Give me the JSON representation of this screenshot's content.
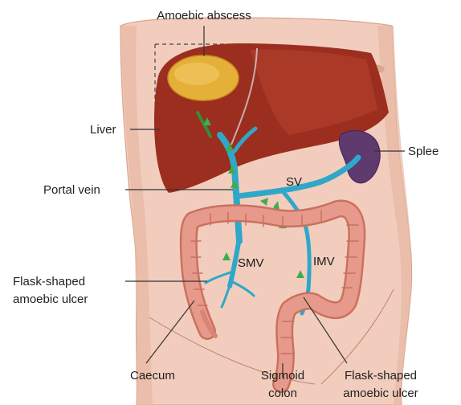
{
  "labels": {
    "amoebic_abscess": "Amoebic abscess",
    "liver": "Liver",
    "spleen": "Splee",
    "portal_vein": "Portal vein",
    "sv": "SV",
    "smv": "SMV",
    "imv": "IMV",
    "flask_left_line1": "Flask-shaped",
    "flask_left_line2": "amoebic ulcer",
    "caecum": "Caecum",
    "sigmoid_line1": "Sigmoid",
    "sigmoid_line2": "colon",
    "flask_right_line1": "Flask-shaped",
    "flask_right_line2": "amoebic ulcer"
  },
  "colors": {
    "background": "#ffffff",
    "skin": "#f2cdbd",
    "skin_shadow": "#e7b8a4",
    "liver": "#9c2e1f",
    "liver_highlight": "#b8432f",
    "abscess": "#e5b038",
    "spleen": "#5e3a6e",
    "veins": "#2fa7c9",
    "arrows": "#3fae4a",
    "colon": "#e79a8b",
    "colon_dark": "#c9715f",
    "leader_lines": "#333333"
  }
}
